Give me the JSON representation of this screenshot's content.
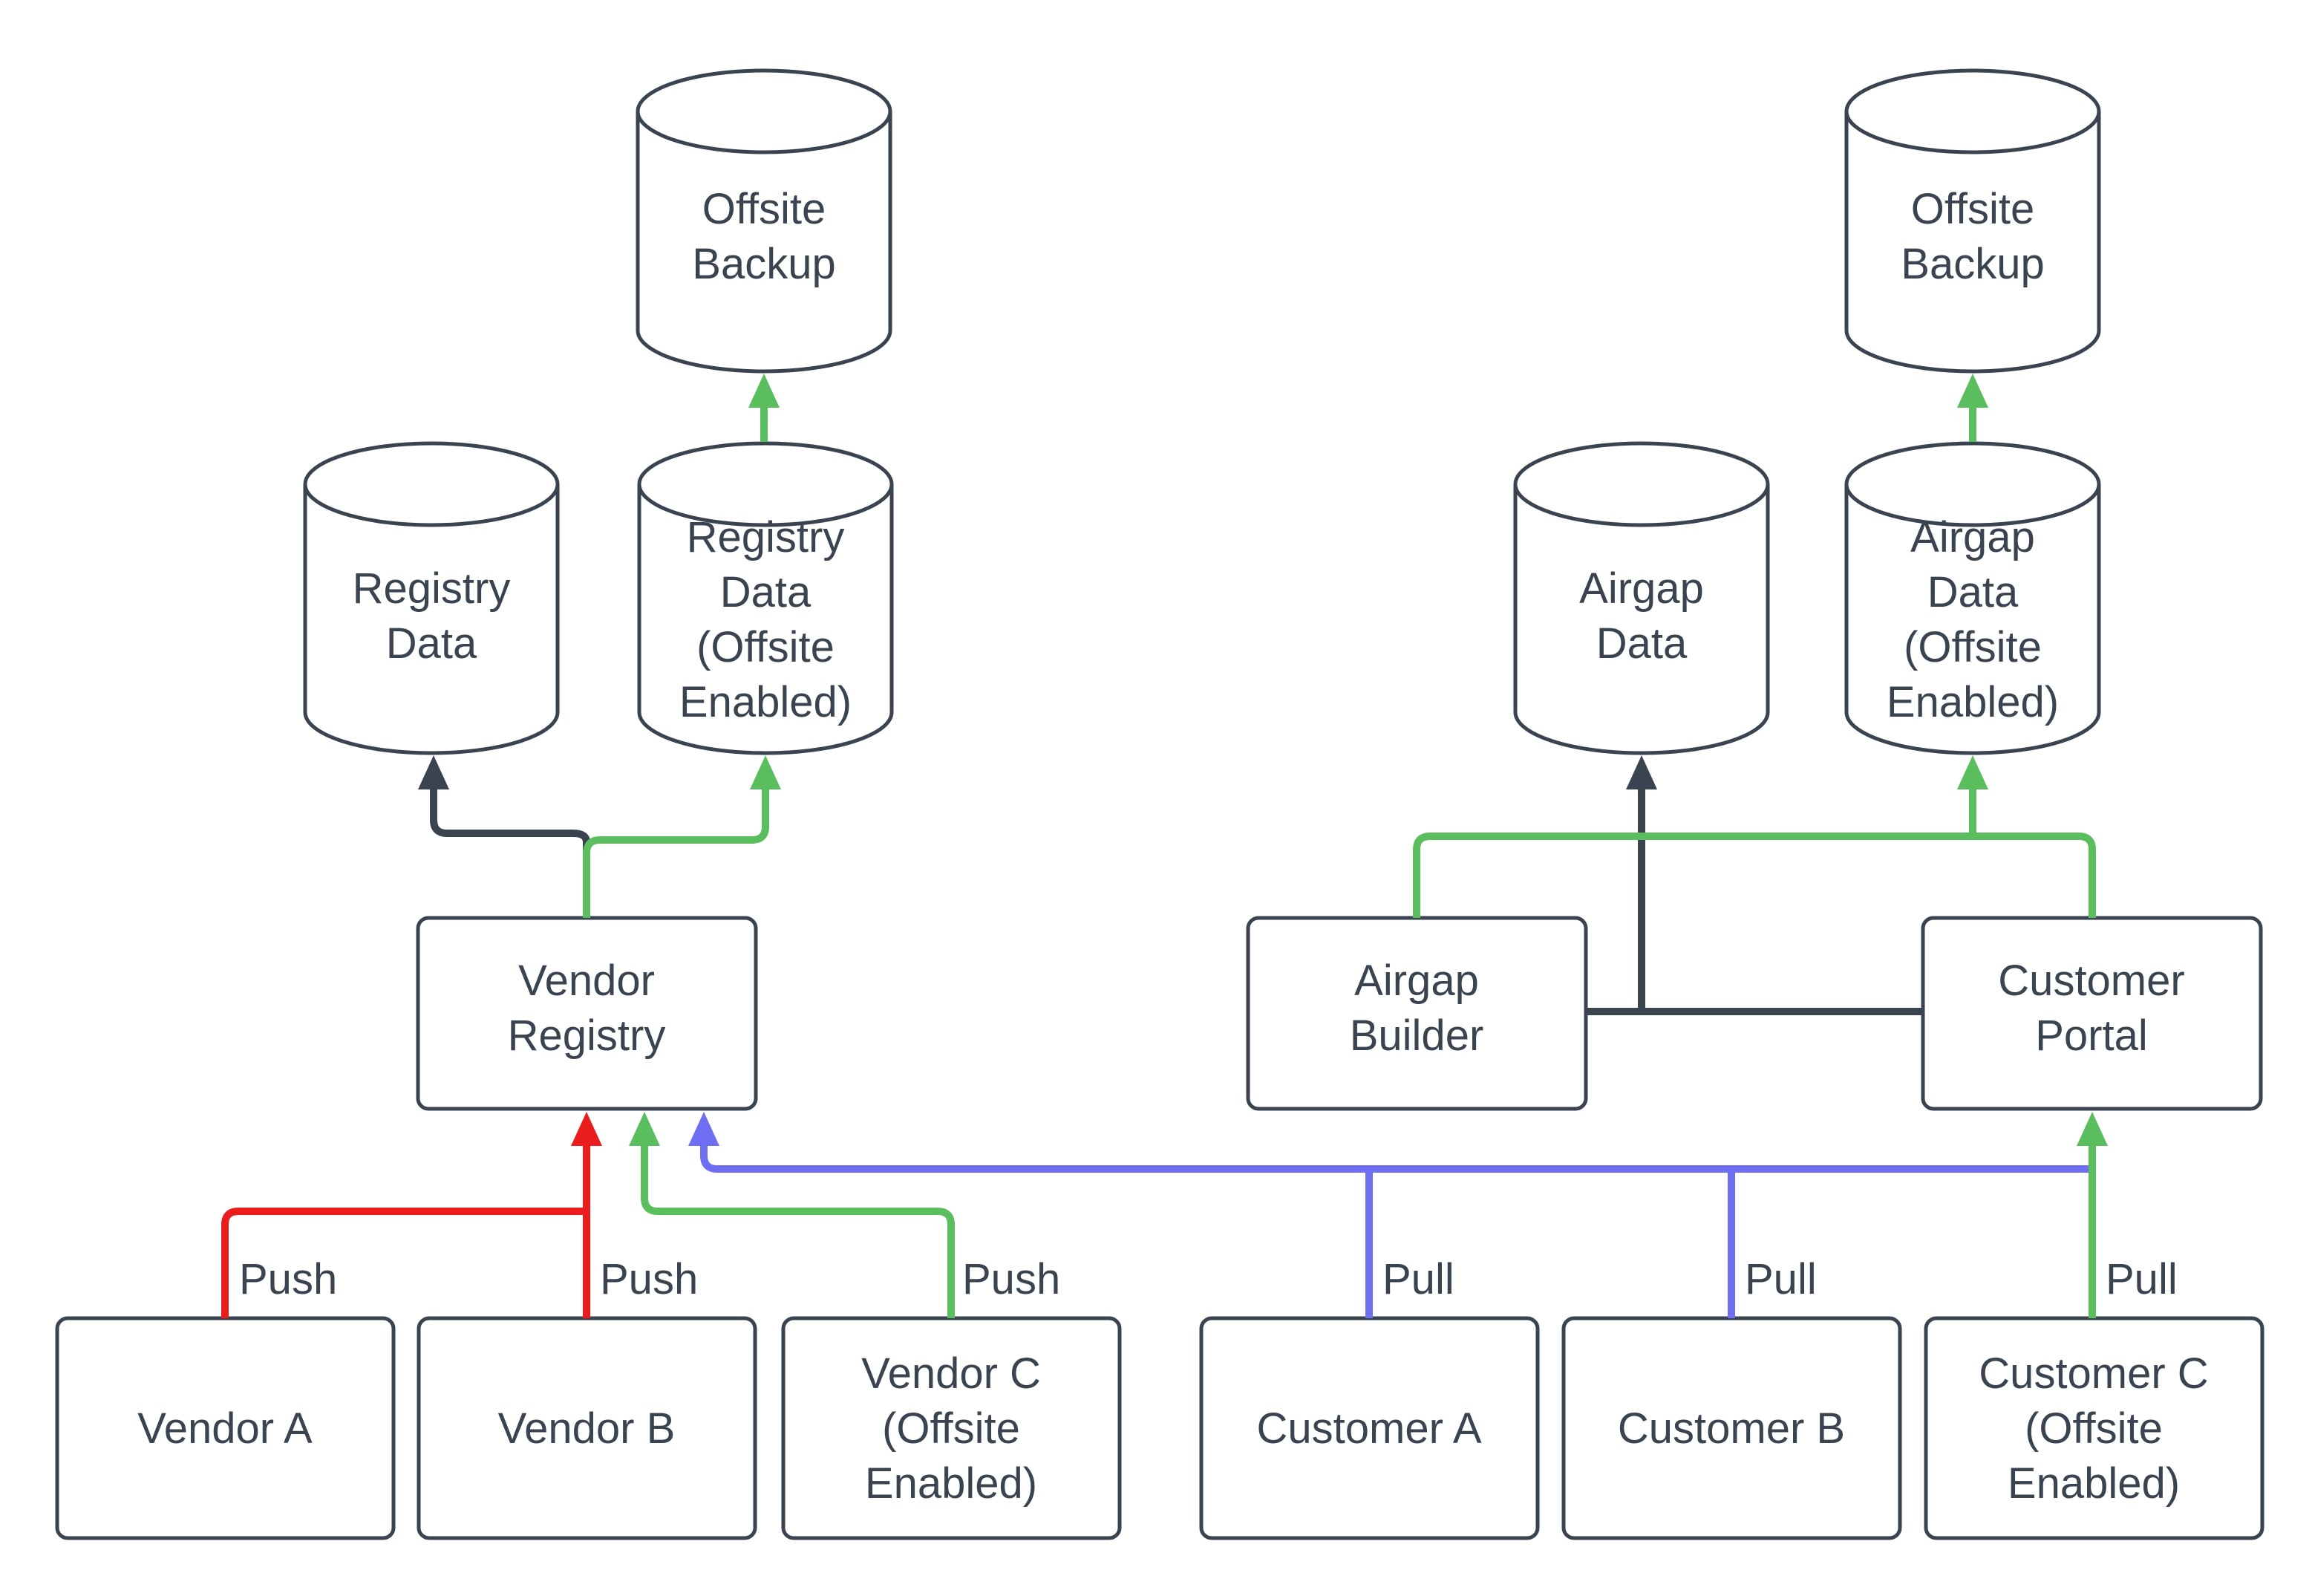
{
  "colors": {
    "dark": "#3a4350",
    "red": "#ea1c1c",
    "green": "#5abe5e",
    "blue": "#6e6ef2",
    "bg": "#ffffff"
  },
  "nodes": {
    "offsite_backup_left": {
      "type": "cylinder",
      "lines": [
        "Offsite",
        "Backup"
      ]
    },
    "offsite_backup_right": {
      "type": "cylinder",
      "lines": [
        "Offsite",
        "Backup"
      ]
    },
    "registry_data": {
      "type": "cylinder",
      "lines": [
        "Registry",
        "Data"
      ]
    },
    "registry_data_offsite": {
      "type": "cylinder",
      "lines": [
        "Registry",
        "Data",
        "(Offsite",
        "Enabled)"
      ]
    },
    "airgap_data": {
      "type": "cylinder",
      "lines": [
        "Airgap",
        "Data"
      ]
    },
    "airgap_data_offsite": {
      "type": "cylinder",
      "lines": [
        "Airgap",
        "Data",
        "(Offsite",
        "Enabled)"
      ]
    },
    "vendor_registry": {
      "type": "box",
      "lines": [
        "Vendor",
        "Registry"
      ]
    },
    "airgap_builder": {
      "type": "box",
      "lines": [
        "Airgap",
        "Builder"
      ]
    },
    "customer_portal": {
      "type": "box",
      "lines": [
        "Customer",
        "Portal"
      ]
    },
    "vendor_a": {
      "type": "box",
      "lines": [
        "Vendor A"
      ]
    },
    "vendor_b": {
      "type": "box",
      "lines": [
        "Vendor B"
      ]
    },
    "vendor_c": {
      "type": "box",
      "lines": [
        "Vendor C",
        "(Offsite",
        "Enabled)"
      ]
    },
    "customer_a": {
      "type": "box",
      "lines": [
        "Customer A"
      ]
    },
    "customer_b": {
      "type": "box",
      "lines": [
        "Customer B"
      ]
    },
    "customer_c": {
      "type": "box",
      "lines": [
        "Customer C",
        "(Offsite",
        "Enabled)"
      ]
    }
  },
  "edge_labels": {
    "push_vendor_a": "Push",
    "push_vendor_b": "Push",
    "push_vendor_c": "Push",
    "pull_customer_a": "Pull",
    "pull_customer_b": "Pull",
    "pull_customer_c": "Pull"
  }
}
